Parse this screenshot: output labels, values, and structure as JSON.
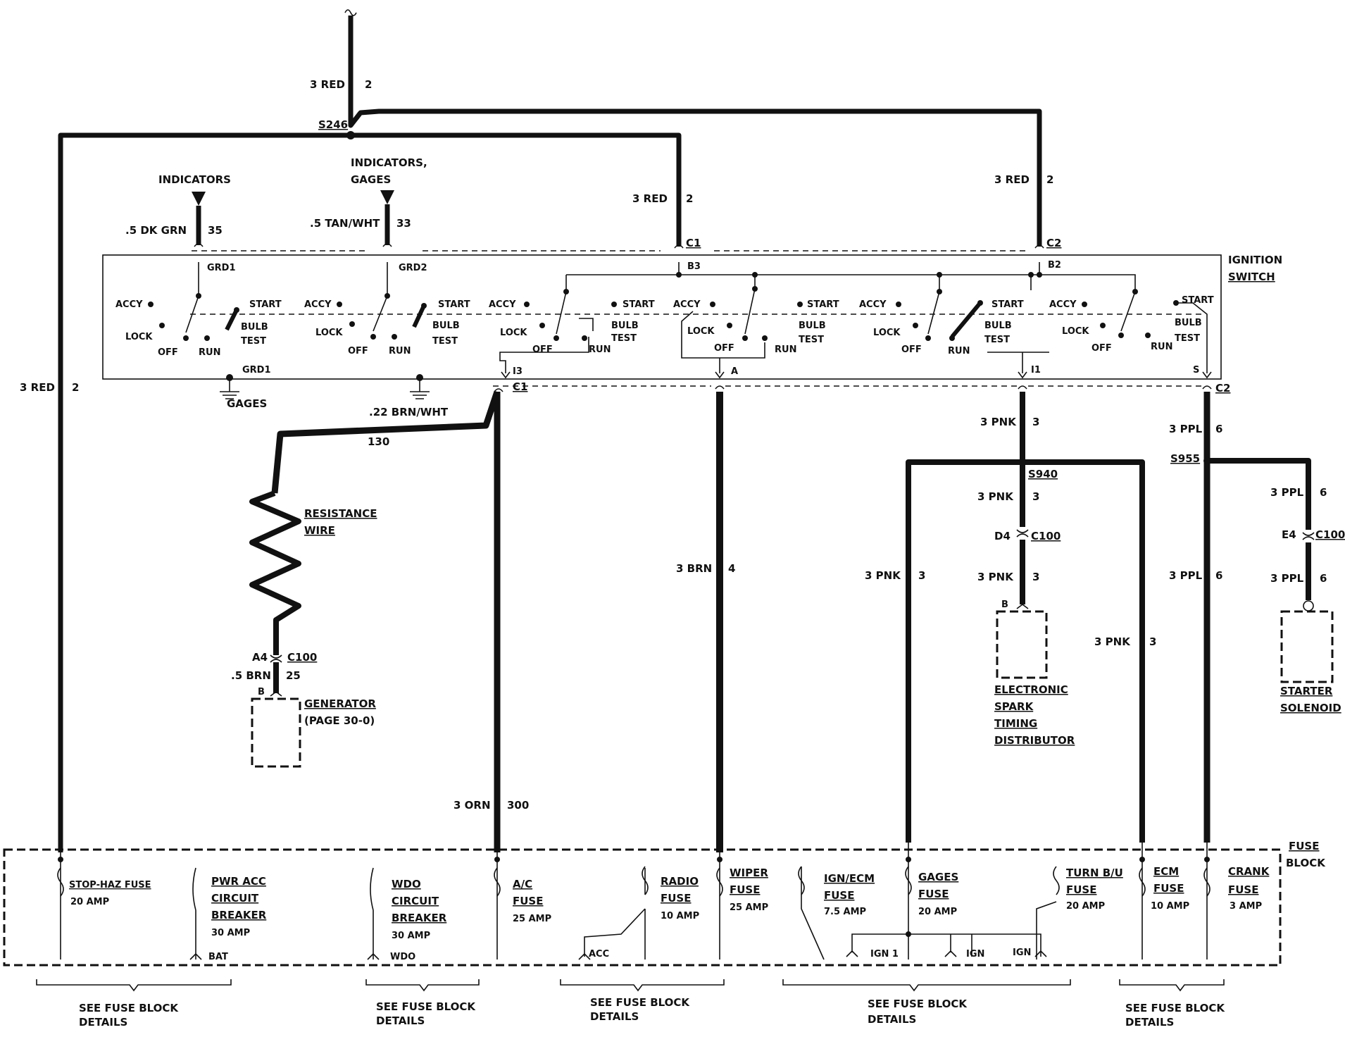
{
  "top": {
    "wire_label": "3 RED",
    "wire_circuit": "2",
    "splice": "S246",
    "branch_right_label": "3 RED",
    "branch_right_circuit": "2",
    "branch_mid_label": "3 RED",
    "branch_mid_circuit": "2",
    "left_down_label": "3 RED",
    "left_down_circuit": "2"
  },
  "indicators": {
    "left_title": "INDICATORS",
    "left_wire": ".5 DK GRN",
    "left_circuit": "35",
    "mid_title_1": "INDICATORS,",
    "mid_title_2": "GAGES",
    "mid_wire": ".5 TAN/WHT",
    "mid_circuit": "33"
  },
  "ignition_switch": {
    "title_1": "IGNITION",
    "title_2": "SWITCH",
    "connector_c1": "C1",
    "connector_c2": "C2",
    "pin_grd1": "GRD1",
    "pin_grd2": "GRD2",
    "pin_b3": "B3",
    "pin_b2": "B2",
    "pin_grd1_bottom": "GRD1",
    "pin_i3": "I3",
    "pin_a": "A",
    "pin_i1": "I1",
    "pin_s": "S",
    "pos_accy": "ACCY",
    "pos_lock": "LOCK",
    "pos_off": "OFF",
    "pos_run": "RUN",
    "pos_start": "START",
    "pos_bulb": "BULB",
    "pos_test": "TEST",
    "gages_ground": "GAGES"
  },
  "generator_branch": {
    "wire": ".22 BRN/WHT",
    "circuit": "130",
    "resistance_1": "RESISTANCE",
    "resistance_2": "WIRE",
    "conn_pin": "A4",
    "conn": "C100",
    "wire2": ".5 BRN",
    "circuit2": "25",
    "pin": "B",
    "device": "GENERATOR",
    "page_ref": "(PAGE 30-0)"
  },
  "circuits": {
    "orn_wire": "3 ORN",
    "orn_circuit": "300",
    "brn_wire": "3 BRN",
    "brn_circuit": "4",
    "c1_label": "C1",
    "c2_label": "C2",
    "pnk_wire": "3 PNK",
    "pnk_circuit": "3",
    "ppl_wire": "3 PPL",
    "ppl_circuit": "6",
    "splice_pnk": "S940",
    "splice_ppl": "S955",
    "c100": "C100",
    "d4": "D4",
    "e4": "E4",
    "pin_b": "B"
  },
  "devices": {
    "est_1": "ELECTRONIC",
    "est_2": "SPARK",
    "est_3": "TIMING",
    "est_4": "DISTRIBUTOR",
    "starter_1": "STARTER",
    "starter_2": "SOLENOID"
  },
  "fuse_block": {
    "title_1": "FUSE",
    "title_2": "BLOCK",
    "stop_haz": "STOP-HAZ FUSE",
    "stop_haz_amp": "20 AMP",
    "pwr_acc_1": "PWR ACC",
    "pwr_acc_2": "CIRCUIT",
    "pwr_acc_3": "BREAKER",
    "pwr_acc_amp": "30 AMP",
    "bat": "BAT",
    "wdo_1": "WDO",
    "wdo_2": "CIRCUIT",
    "wdo_3": "BREAKER",
    "wdo_amp": "30 AMP",
    "wdo_term": "WDO",
    "ac_1": "A/C",
    "ac_2": "FUSE",
    "ac_amp": "25 AMP",
    "radio_1": "RADIO",
    "radio_2": "FUSE",
    "radio_amp": "10 AMP",
    "acc": "ACC",
    "wiper_1": "WIPER",
    "wiper_2": "FUSE",
    "wiper_amp": "25 AMP",
    "ignecm_1": "IGN/ECM",
    "ignecm_2": "FUSE",
    "ignecm_amp": "7.5 AMP",
    "gages_1": "GAGES",
    "gages_2": "FUSE",
    "gages_amp": "20 AMP",
    "turn_1": "TURN B/U",
    "turn_2": "FUSE",
    "turn_amp": "20 AMP",
    "ign1": "IGN 1",
    "ign_a": "IGN",
    "ign_b": "IGN",
    "ecm_1": "ECM",
    "ecm_2": "FUSE",
    "ecm_amp": "10 AMP",
    "crank_1": "CRANK",
    "crank_2": "FUSE",
    "crank_amp": "3 AMP"
  },
  "footer": {
    "see_1": "SEE FUSE BLOCK",
    "details_1": "DETAILS",
    "see_2": "SEE FUSE BLOCK",
    "details_2": "DETAILS",
    "see_3": "SEE FUSE BLOCK",
    "details_3": "DETAILS",
    "see_4": "SEE FUSE BLOCK",
    "details_4": "DETAILS",
    "see_5": "SEE FUSE BLOCK",
    "details_5": "DETAILS"
  }
}
